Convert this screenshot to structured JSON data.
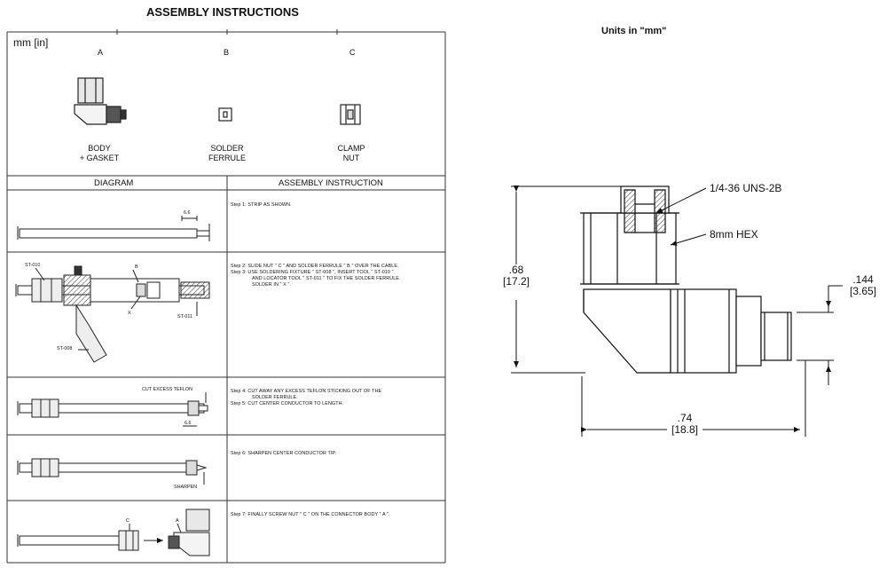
{
  "title": "ASSEMBLY INSTRUCTIONS",
  "units_note": "Units in \"mm\"",
  "unit_label": "mm [in]",
  "parts": [
    {
      "letter": "A",
      "name": "BODY",
      "name2": "+ GASKET"
    },
    {
      "letter": "B",
      "name": "SOLDER",
      "name2": "FERRULE"
    },
    {
      "letter": "C",
      "name": "CLAMP",
      "name2": "NUT"
    }
  ],
  "table_headers": {
    "diagram": "DIAGRAM",
    "instruction": "ASSEMBLY INSTRUCTION"
  },
  "steps": [
    {
      "lines": [
        "Step 1: STRIP AS SHOWN."
      ]
    },
    {
      "lines": [
        "Step 2: SLIDE NUT \" C \" AND SOLDER FERRULE \" B \" OVER THE CABLE.",
        "Step 3: USE SOLDERING FIXTURE \" ST-008 \", INSERT TOOL \" ST-010 \"",
        "AND LOCATOR TOOL \" ST-011 \" TO FIX THE SOLDER FERRULE.",
        "SOLDER IN \" X \"."
      ]
    },
    {
      "lines": [
        "Step 4: CUT AWAY ANY EXCESS TEFLON STICKING OUT OF THE",
        "SOLDER FERRULE.",
        "Step 5: CUT CENTER CONDUCTOR TO LENGTH."
      ]
    },
    {
      "lines": [
        "Step 6: SHARPEN CENTER CONDUCTOR TIP."
      ]
    },
    {
      "lines": [
        "Step 7: FINALLY SCREW NUT \" C \" ON THE CONNECTOR BODY \" A \"."
      ]
    }
  ],
  "callouts": {
    "st010": "ST-010",
    "st011": "ST-011",
    "st008": "ST-008",
    "b": "B",
    "x": "X",
    "cut_excess": "CUT EXCESS TEFLON",
    "sharpen": "SHARPEN",
    "c": "C",
    "a": "A",
    "c2": "C",
    "dim_small1": "6.6",
    "dim_small2": "6.6"
  },
  "drawing": {
    "thread": "1/4-36 UNS-2B",
    "hex": "8mm HEX",
    "height_in": ".68",
    "height_mm": "[17.2]",
    "length_in": ".74",
    "length_mm": "[18.8]",
    "pin_in": ".144",
    "pin_mm": "[3.65]"
  }
}
